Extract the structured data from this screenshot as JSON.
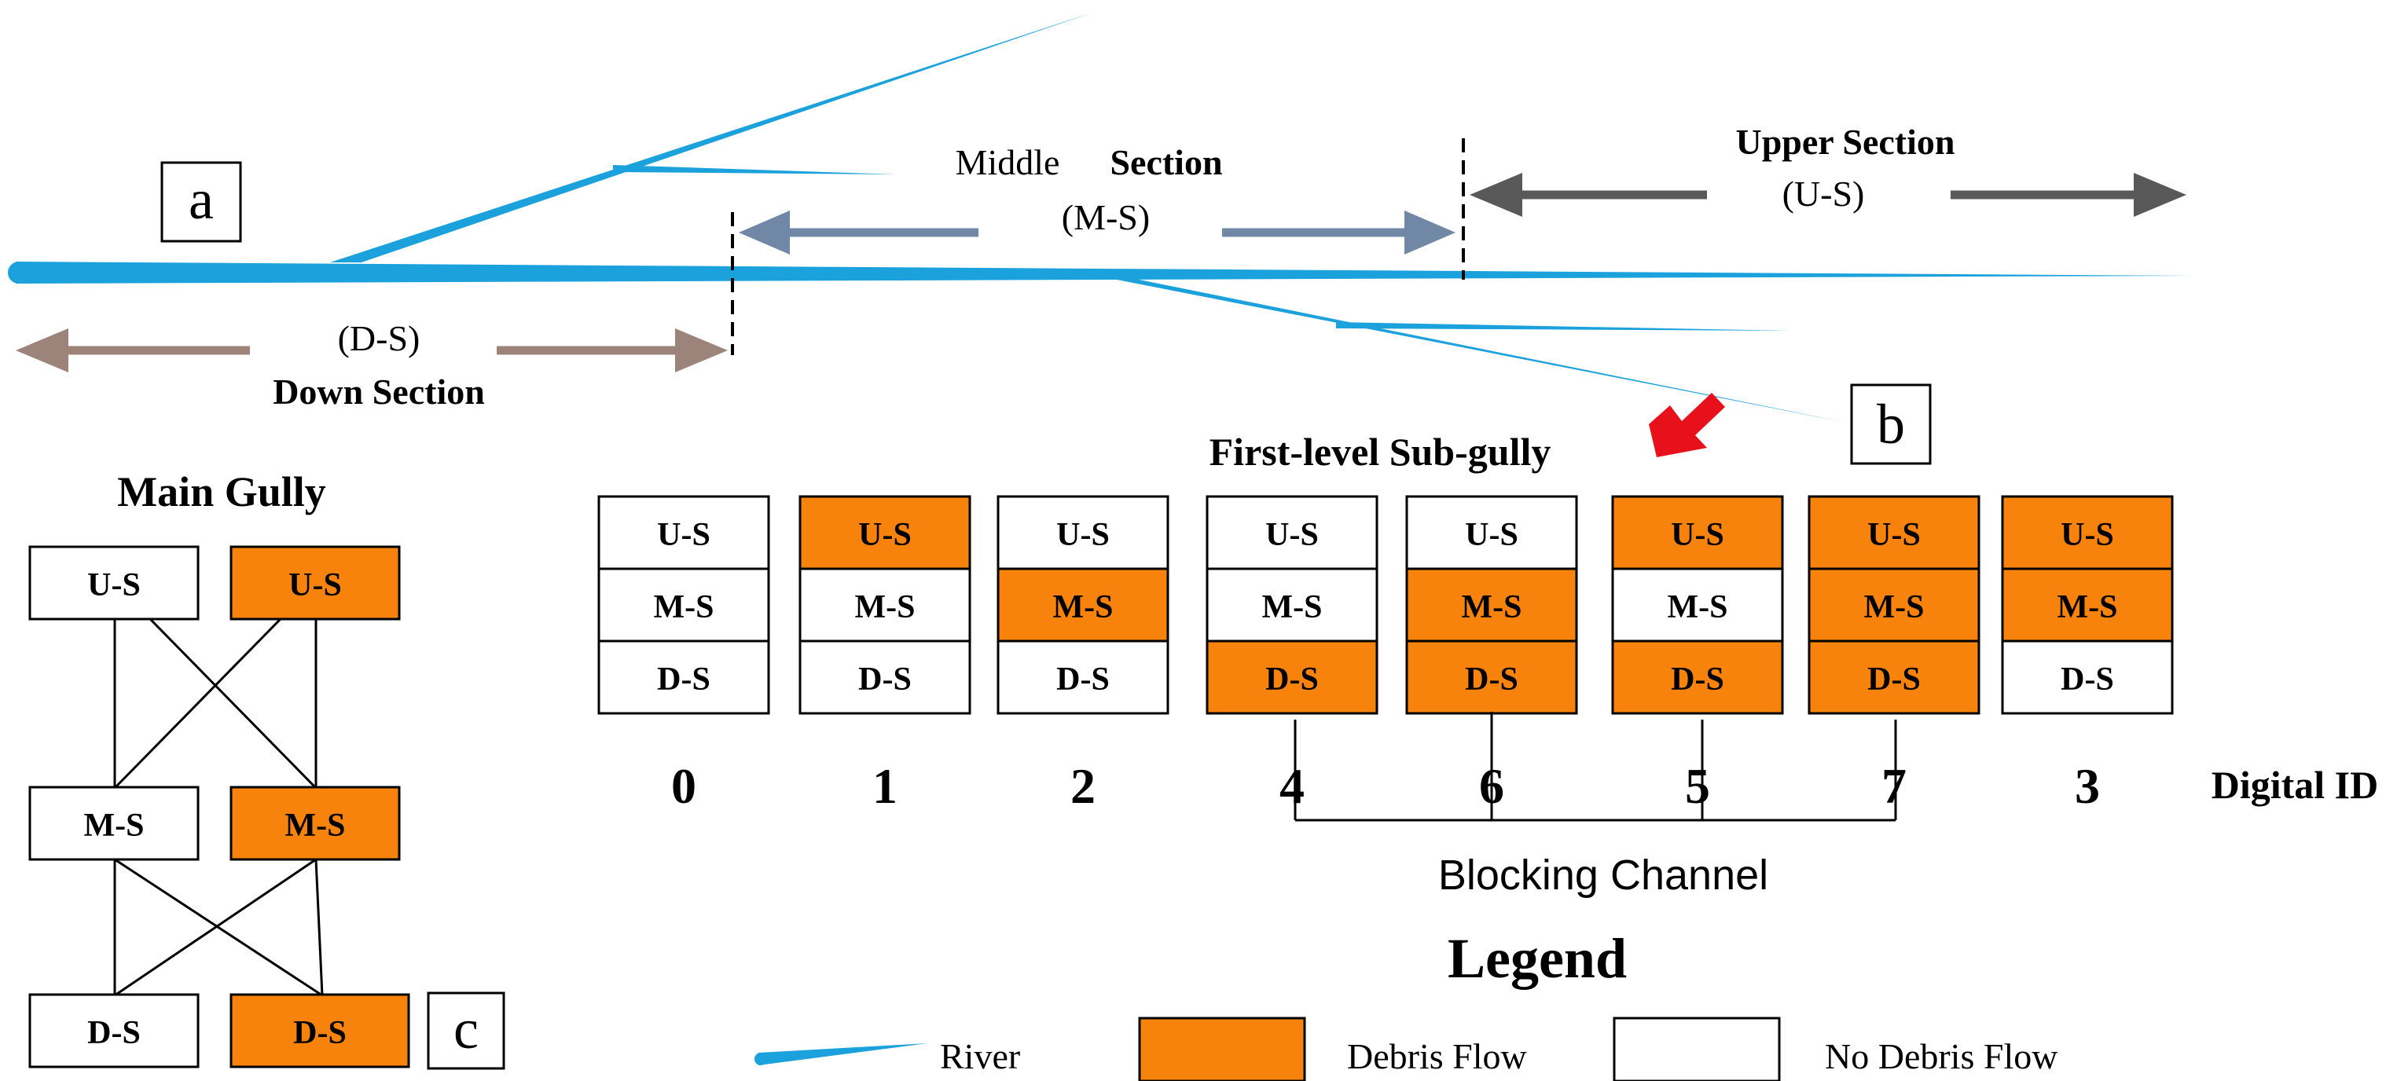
{
  "colors": {
    "river": "#1ba1dc",
    "debris": "#f7830d",
    "none": "#ffffff",
    "arrow_down": "#9c847b",
    "arrow_middle": "#7187a6",
    "arrow_upper": "#595959",
    "red_arrow": "#e8101a"
  },
  "panel_labels": {
    "a": "a",
    "b": "b",
    "c": "c"
  },
  "sections": {
    "middle_word1": "Middle",
    "middle_word2": "Section",
    "middle_abbr": "(M-S)",
    "upper": "Upper Section",
    "upper_abbr": "(U-S)",
    "down_abbr": "(D-S)",
    "down": "Down Section"
  },
  "sub_gully": {
    "title": "First-level Sub-gully",
    "columns": [
      {
        "id": "0",
        "cells": [
          {
            "label": "U-S",
            "debris": false
          },
          {
            "label": "M-S",
            "debris": false
          },
          {
            "label": "D-S",
            "debris": false
          }
        ]
      },
      {
        "id": "1",
        "cells": [
          {
            "label": "U-S",
            "debris": true
          },
          {
            "label": "M-S",
            "debris": false
          },
          {
            "label": "D-S",
            "debris": false
          }
        ]
      },
      {
        "id": "2",
        "cells": [
          {
            "label": "U-S",
            "debris": false
          },
          {
            "label": "M-S",
            "debris": true
          },
          {
            "label": "D-S",
            "debris": false
          }
        ]
      },
      {
        "id": "4",
        "cells": [
          {
            "label": "U-S",
            "debris": false
          },
          {
            "label": "M-S",
            "debris": false
          },
          {
            "label": "D-S",
            "debris": true
          }
        ]
      },
      {
        "id": "6",
        "cells": [
          {
            "label": "U-S",
            "debris": false
          },
          {
            "label": "M-S",
            "debris": true
          },
          {
            "label": "D-S",
            "debris": true
          }
        ]
      },
      {
        "id": "5",
        "cells": [
          {
            "label": "U-S",
            "debris": true
          },
          {
            "label": "M-S",
            "debris": false
          },
          {
            "label": "D-S",
            "debris": true
          }
        ]
      },
      {
        "id": "7",
        "cells": [
          {
            "label": "U-S",
            "debris": true
          },
          {
            "label": "M-S",
            "debris": true
          },
          {
            "label": "D-S",
            "debris": true
          }
        ]
      },
      {
        "id": "3",
        "cells": [
          {
            "label": "U-S",
            "debris": true
          },
          {
            "label": "M-S",
            "debris": true
          },
          {
            "label": "D-S",
            "debris": false
          }
        ]
      }
    ],
    "digital_id_label": "Digital ID",
    "blocking_label": "Blocking Channel"
  },
  "main_gully": {
    "title": "Main Gully",
    "left": [
      {
        "label": "U-S",
        "debris": false
      },
      {
        "label": "M-S",
        "debris": false
      },
      {
        "label": "D-S",
        "debris": false
      }
    ],
    "right": [
      {
        "label": "U-S",
        "debris": true
      },
      {
        "label": "M-S",
        "debris": true
      },
      {
        "label": "D-S",
        "debris": true
      }
    ]
  },
  "legend": {
    "title": "Legend",
    "river": "River",
    "debris": "Debris Flow",
    "none": "No Debris Flow"
  }
}
